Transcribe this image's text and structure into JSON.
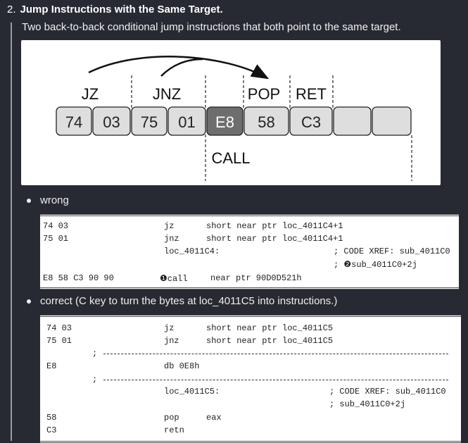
{
  "heading": {
    "number": "2.",
    "title": "Jump Instructions with the Same Target."
  },
  "description": "Two back-to-back conditional jump instructions that both point to the same target.",
  "diagram": {
    "bytes": [
      "74",
      "03",
      "75",
      "01",
      "E8",
      "58",
      "C3",
      "",
      ""
    ],
    "labels": {
      "jz": "JZ",
      "jnz": "JNZ",
      "pop": "POP",
      "ret": "RET",
      "call": "CALL"
    }
  },
  "wrong": {
    "label": "wrong",
    "lines": [
      {
        "bytes": "74 03",
        "mnem": "jz",
        "ops": "short near ptr loc_4011C4+1"
      },
      {
        "bytes": "75 01",
        "mnem": "jnz",
        "ops": "short near ptr loc_4011C4+1"
      }
    ],
    "loc": "loc_4011C4:",
    "xref1": "; CODE XREF: sub_4011C0",
    "xref2": "; ❷sub_4011C0+2j",
    "call": {
      "bytes": "E8 58 C3 90 90",
      "mnem": "❶call",
      "ops": "near ptr 90D0D521h"
    }
  },
  "correct": {
    "label": "correct (C key to turn the bytes at loc_4011C5 into instructions.)",
    "lines": [
      {
        "bytes": "74 03",
        "mnem": "jz",
        "ops": "short near ptr loc_4011C5"
      },
      {
        "bytes": "75 01",
        "mnem": "jnz",
        "ops": "short near ptr loc_4011C5"
      }
    ],
    "semi": ";",
    "db": {
      "bytes": "E8",
      "text": "db 0E8h"
    },
    "loc": "loc_4011C5:",
    "xref1": "; CODE XREF: sub_4011C0",
    "xref2": "; sub_4011C0+2j",
    "pop": {
      "bytes": "58",
      "mnem": "pop",
      "ops": "eax"
    },
    "ret": {
      "bytes": "C3",
      "mnem": "retn"
    }
  }
}
